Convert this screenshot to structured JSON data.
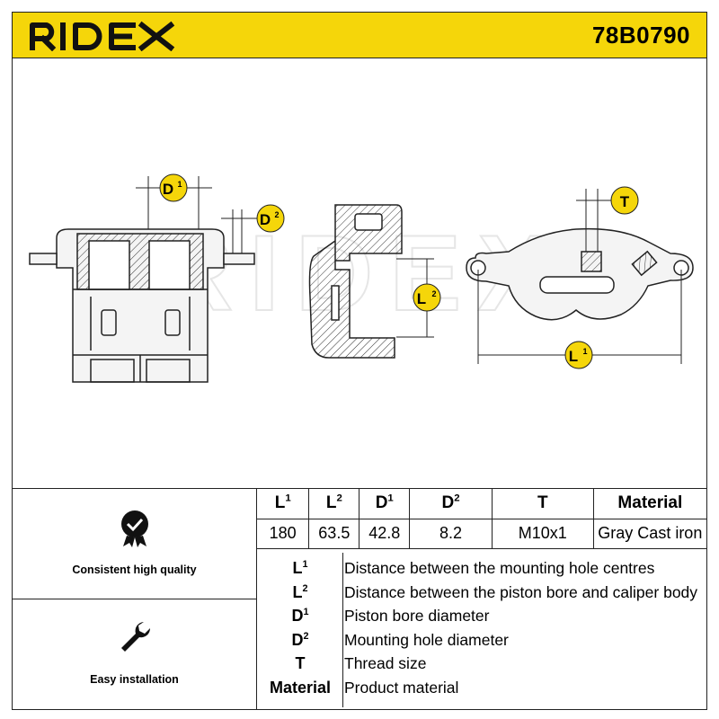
{
  "header": {
    "brand": "RIDEX",
    "part_number": "78B0790",
    "accent_color": "#f5d60a"
  },
  "drawing": {
    "watermark": "RIDEX",
    "callouts": {
      "d1_key": "D",
      "d1_sup": "1",
      "d2_key": "D",
      "d2_sup": "2",
      "l2_key": "L",
      "l2_sup": "2",
      "t_key": "T",
      "l1_key": "L",
      "l1_sup": "1"
    }
  },
  "features": [
    {
      "icon": "checkmark-badge-icon",
      "label": "Consistent high quality"
    },
    {
      "icon": "wrench-icon",
      "label": "Easy installation"
    }
  ],
  "specs": {
    "headers": [
      {
        "key": "L",
        "sup": "1"
      },
      {
        "key": "L",
        "sup": "2"
      },
      {
        "key": "D",
        "sup": "1"
      },
      {
        "key": "D",
        "sup": "2"
      },
      {
        "key": "T",
        "sup": ""
      },
      {
        "key": "Material",
        "sup": ""
      }
    ],
    "values": [
      "180",
      "63.5",
      "42.8",
      "8.2",
      "M10x1",
      "Gray Cast iron"
    ]
  },
  "legend": [
    {
      "key": "L",
      "sup": "1",
      "desc": "Distance between the mounting hole centres"
    },
    {
      "key": "L",
      "sup": "2",
      "desc": "Distance between the piston bore and caliper body"
    },
    {
      "key": "D",
      "sup": "1",
      "desc": "Piston bore diameter"
    },
    {
      "key": "D",
      "sup": "2",
      "desc": "Mounting hole diameter"
    },
    {
      "key": "T",
      "sup": "",
      "desc": "Thread size"
    },
    {
      "key": "Material",
      "sup": "",
      "desc": "Product material"
    }
  ]
}
